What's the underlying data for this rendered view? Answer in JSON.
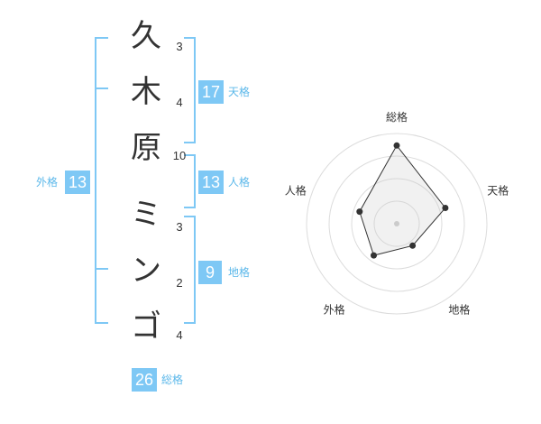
{
  "name_chars": [
    "久",
    "木",
    "原",
    "ミ",
    "ン",
    "ゴ"
  ],
  "stroke_counts": [
    "3",
    "4",
    "10",
    "3",
    "2",
    "4"
  ],
  "fortunes": {
    "tenkaku": {
      "value": "17",
      "label": "天格"
    },
    "jinkaku": {
      "value": "13",
      "label": "人格"
    },
    "chikaku": {
      "value": "9",
      "label": "地格"
    },
    "gaikaku": {
      "value": "13",
      "label": "外格"
    },
    "soukaku": {
      "value": "26",
      "label": "総格"
    }
  },
  "colors": {
    "accent": "#7ec8f5",
    "label": "#5cb8ea",
    "bracket": "#7ec8f5"
  },
  "chart_data": {
    "type": "radar",
    "axes": [
      "総格",
      "天格",
      "地格",
      "外格",
      "人格"
    ],
    "values": [
      26,
      17,
      9,
      13,
      13
    ],
    "rings": 4
  }
}
